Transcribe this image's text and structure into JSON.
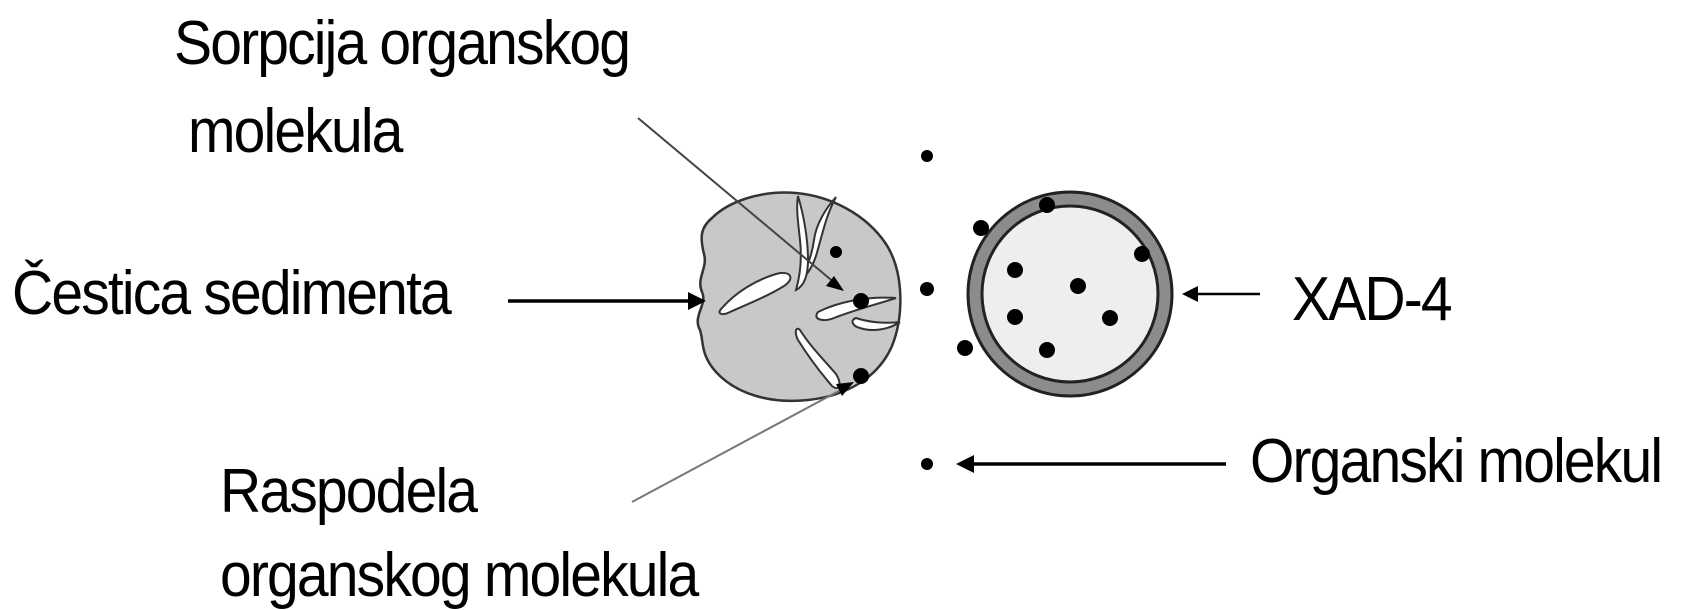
{
  "labels": {
    "sorption_line1": "Sorpcija organskog",
    "sorption_line2": "molekula",
    "particle": "Čestica sedimenta",
    "partition_line1": "Raspodela",
    "partition_line2": "organskog molekula",
    "resin": "XAD-4",
    "molecule": "Organski molekul"
  },
  "colors": {
    "ink": "#000000",
    "particle_fill": "#c8c8c8",
    "resin_ring": "#8c8c8c",
    "resin_core": "#eeeeee",
    "leader_gray": "#555555"
  }
}
